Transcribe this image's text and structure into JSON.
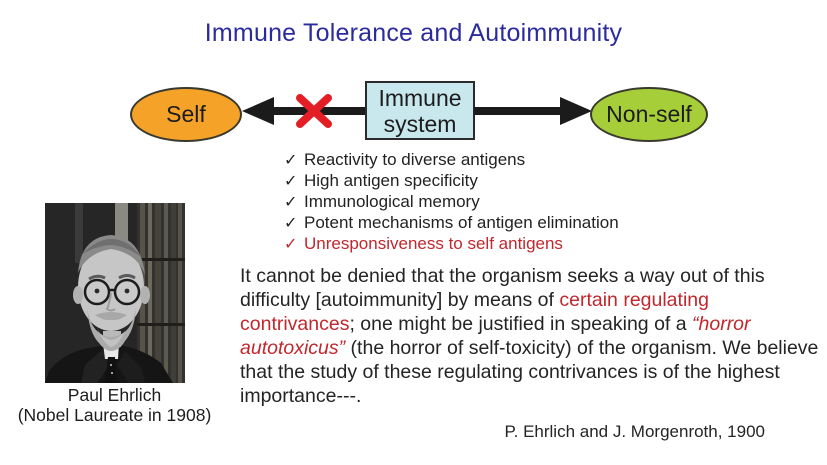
{
  "slide": {
    "title": "Immune Tolerance and Autoimmunity",
    "colors": {
      "title_blue": "#2b2b9e",
      "accent_red": "#c1272d",
      "cross_red": "#e31e24",
      "self_orange": "#f5a228",
      "nonself_green": "#a6ce39",
      "immune_box_blue": "#c9e8ee",
      "arrow_black": "#1b1b1b"
    }
  },
  "diagram": {
    "self_label": "Self",
    "immune_label": "Immune system",
    "nonself_label": "Non-self"
  },
  "checklist": {
    "items": [
      {
        "check": "✓",
        "text": "Reactivity to diverse antigens"
      },
      {
        "check": "✓",
        "text": "High antigen specificity"
      },
      {
        "check": "✓",
        "text": "Immunological memory"
      },
      {
        "check": "✓",
        "text": "Potent mechanisms of antigen elimination"
      },
      {
        "check": "✓",
        "text": "Unresponsiveness to self antigens",
        "emphasis": "red"
      }
    ]
  },
  "portrait": {
    "caption_line1": "Paul Ehrlich",
    "caption_line2": "(Nobel Laureate in 1908)"
  },
  "quote": {
    "segments": [
      {
        "text": "It cannot be denied that the organism seeks a way out of this difficulty [autoimmunity] by means of "
      },
      {
        "text": "certain regulating contrivances",
        "emphasis": "red"
      },
      {
        "text": "; one might be justified in speaking of a "
      },
      {
        "text": "“horror autotoxicus”",
        "emphasis": "red-italic"
      },
      {
        "text": " (the horror of self-toxicity) of the organism. We believe that the study of these regulating contrivances is of the highest importance---."
      }
    ],
    "attribution": "P. Ehrlich and J. Morgenroth, 1900"
  }
}
